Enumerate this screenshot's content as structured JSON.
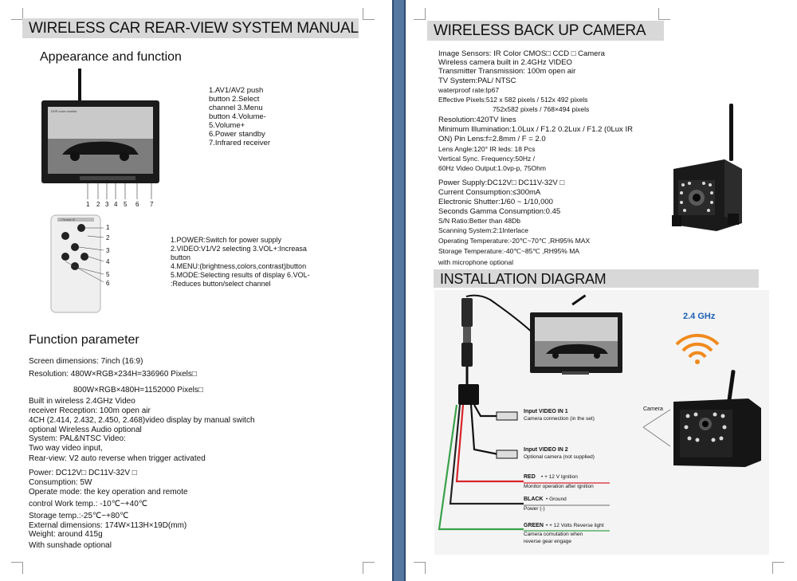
{
  "left": {
    "header": "WIRELESS CAR REAR-VIEW SYSTEM MANUAL",
    "appearance_title": "Appearance and function",
    "monitor_label": "DVR color monitor",
    "monitor_numbers": [
      "1",
      "2",
      "3",
      "4",
      "5",
      "6",
      "7"
    ],
    "monitor_functions": [
      "1.AV1/AV2 push",
      "button 2.Select",
      "channel 3.Menu",
      "button 4.Volume-",
      "5.Volume+",
      "6.Power standby",
      "7.Infrared receiver"
    ],
    "remote_label": "1 Remote IR",
    "remote_numbers": [
      "1",
      "2",
      "3",
      "4",
      "5",
      "6"
    ],
    "remote_functions": [
      "1.POWER:Switch for power supply",
      "2.VIDEO:V1/V2 selecting 3.VOL+:Increasa",
      "button",
      "4.MENU:(brightness,colors,contrast)button",
      "5.MODE:Selecting results of display 6.VOL-",
      ":Reduces button/select channel"
    ],
    "function_title": "Function parameter",
    "params": [
      "Screen dimensions: 7inch (16:9)",
      "Resolution: 480W×RGB×234H=336960 Pixels□",
      "800W×RGB×480H=1152000 Pixels□",
      "Built in wireless 2.4GHz Video",
      "receiver Reception: 100m open air",
      "4CH (2.414, 2.432, 2.450, 2.468)video display by manual switch",
      "optional Wireless Audio optional",
      "System: PAL&NTSC Video:",
      "Two way video input,",
      "Rear-view: V2 auto reverse when trigger activated",
      "Power: DC12V□    DC11V-32V □",
      "Consumption: 5W",
      "Operate mode: the key operation and remote",
      "control Work temp.: -10℃~+40℃",
      "Storage temp.:-25℃~+80℃",
      "External dimensions: 174W×113H×19D(mm)",
      "Weight: around 415g",
      "With sunshade optional"
    ]
  },
  "right": {
    "header": "WIRELESS BACK UP CAMERA",
    "specs": [
      "Image Sensors: IR Color CMOS□ CCD □ Camera",
      "Wireless camera built in 2.4GHz VIDEO",
      "Transmitter Transmission: 100m open air",
      "TV System:PAL/ NTSC",
      "waterproof rate:Ip67",
      "Effective Pixels:512 x 582 pixels / 512x 492 pixels",
      "752x582 pixels / 768×494 pixels",
      "Resolution:420TV lines",
      "Minimum Illumination:1.0Lux / F1.2 0.2Lux / F1.2 (0Lux IR",
      "ON) Pin Lens:f=2.8mm / F = 2.0",
      "Lens Angle:120° IR leds: 18 Pcs",
      "Vertical Sync. Frequency:50Hz /",
      "60Hz Video Output:1.0vp-p, 75Ohm",
      "Power Supply:DC12V□   DC11V-32V □",
      "Current Consumption:≤300mA",
      "Electronic Shutter:1/60 ~ 1/10,000",
      "Seconds Gamma Consumption:0.45",
      "S/N Ratio:Better than 48Db",
      "Scanning System:2:1Interlace",
      "Operating Temperature:-20℃~70℃ ,RH95% MAX",
      "Storage Temperature:-40℃~85℃ ,RH95% MA",
      "with microphone optional"
    ],
    "install_header": "INSTALLATION DIAGRAM",
    "wifi_label": "2.4 GHz",
    "camera_label": "Camera",
    "connections": [
      {
        "title": "Input VIDEO IN 1",
        "desc": "Camera connection (in the set)"
      },
      {
        "title": "Input VIDEO IN 2",
        "desc": "Optional camera (not supplied)"
      },
      {
        "title": "RED",
        "extra": "• + 12 V Ignition",
        "desc": "Monitor operation after ignition"
      },
      {
        "title": "BLACK",
        "extra": "• Ground",
        "desc": "Power (-)"
      },
      {
        "title": "GREEN",
        "extra": "• + 12 Volts Reverse light",
        "desc": "Camera comutation when",
        "desc2": "reverse gear engage"
      }
    ],
    "colors": {
      "red": "#d8232a",
      "green": "#3aa14a",
      "black": "#222222",
      "wifi_orange": "#f08a1c",
      "wifi_blue": "#1a5fb4"
    }
  }
}
